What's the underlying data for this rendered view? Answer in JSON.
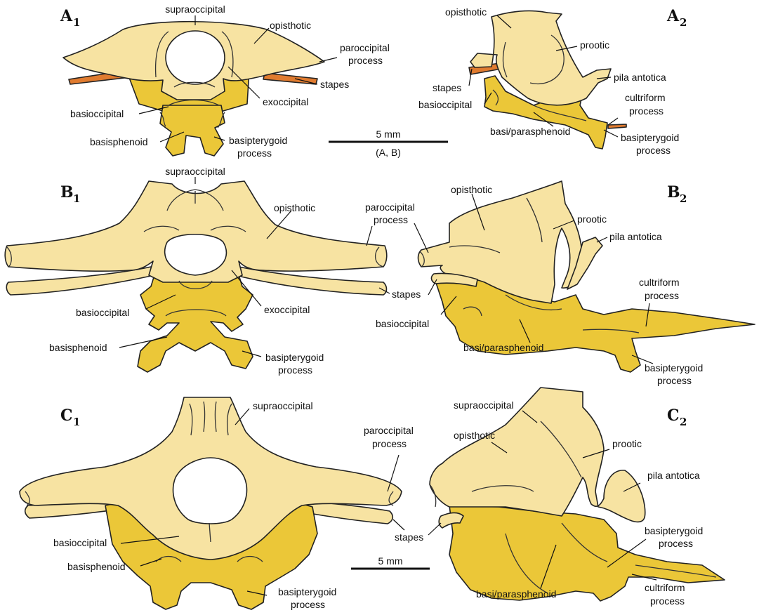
{
  "colors": {
    "light_bone": "#F7E3A2",
    "dark_bone": "#EBC738",
    "stapes_A": "#E07B2F",
    "outline": "#222222"
  },
  "panels": {
    "A1": {
      "letter": "A",
      "sub": "1",
      "labels": [
        "supraoccipital",
        "opisthotic",
        "paroccipital",
        "process",
        "stapes",
        "exoccipital",
        "basioccipital",
        "basisphenoid",
        "basipterygoid",
        "process"
      ]
    },
    "A2": {
      "letter": "A",
      "sub": "2",
      "labels": [
        "opisthotic",
        "prootic",
        "pila antotica",
        "stapes",
        "basioccipital",
        "cultriform",
        "process",
        "basi/parasphenoid",
        "basipterygoid",
        "process"
      ]
    },
    "B1": {
      "letter": "B",
      "sub": "1",
      "labels": [
        "supraoccipital",
        "opisthotic",
        "paroccipital",
        "process",
        "stapes",
        "exoccipital",
        "basioccipital",
        "basisphenoid",
        "basipterygoid",
        "process"
      ]
    },
    "B2": {
      "letter": "B",
      "sub": "2",
      "labels": [
        "opisthotic",
        "prootic",
        "pila antotica",
        "basioccipital",
        "cultriform",
        "process",
        "basi/parasphenoid",
        "basipterygoid",
        "process"
      ]
    },
    "C1": {
      "letter": "C",
      "sub": "1",
      "labels": [
        "supraoccipital",
        "basioccipital",
        "basisphenoid",
        "basipterygoid",
        "process"
      ]
    },
    "C2": {
      "letter": "C",
      "sub": "2",
      "labels": [
        "supraoccipital",
        "opisthotic",
        "prootic",
        "paroccipital",
        "process",
        "pila antotica",
        "stapes",
        "basipterygoid",
        "process",
        "basi/parasphenoid",
        "cultriform",
        "process"
      ]
    }
  },
  "scale_bars": [
    {
      "label": "5 mm",
      "note": "(A, B)"
    },
    {
      "label": "5 mm"
    }
  ]
}
